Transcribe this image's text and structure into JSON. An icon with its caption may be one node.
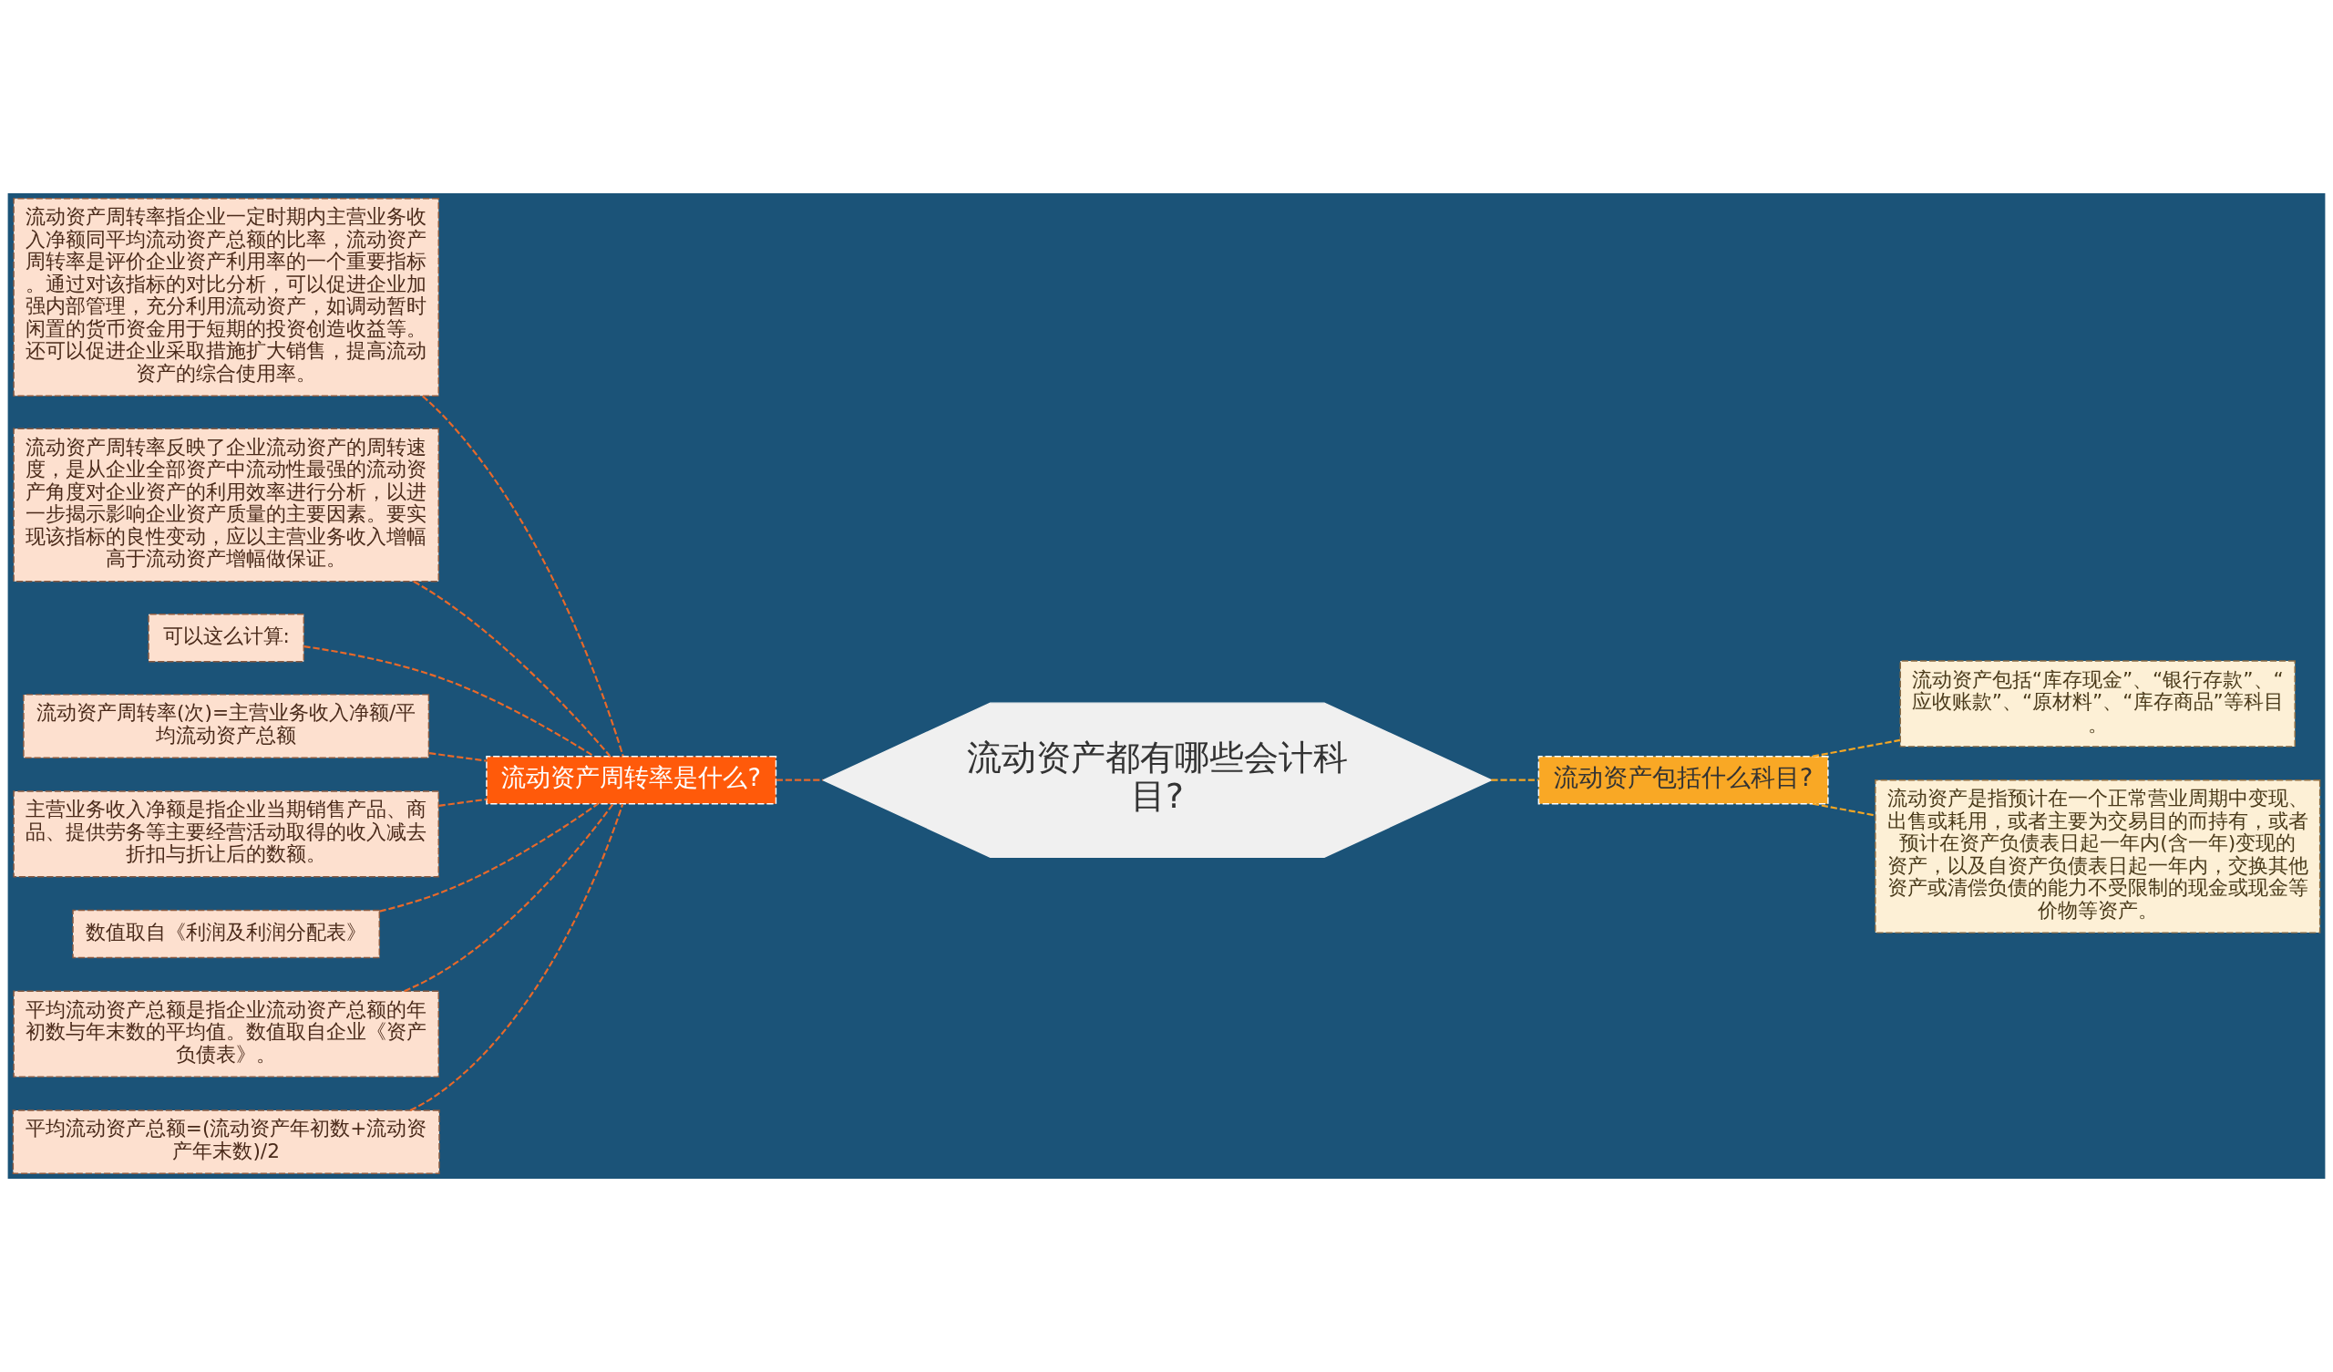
{
  "diagram": {
    "nodes": [
      {
        "text": [
          "流动资产都有哪些会计科目?"
        ]
      },
      {
        "text": [
          "流动资产周转率是什么?"
        ]
      },
      {
        "text": [
          "流动资产包括什么科目?"
        ]
      },
      {
        "text": [
          "流动资产周转率指企业一定时期内主营业务收入净额同平均流动资产总额的比率，流动资产周转率是评价企业资产利用率的一个重要指标。通过对该指标的对比分析，可以促进企业加强内部管理，充分利用流动资产，如调动暂时闲置的货币资金用于短期的投资创造收益等。还可以促进企业采取措施扩大销售，提高流动资产的综合使用率。"
        ]
      },
      {
        "text": [
          "流动资产周转率反映了企业流动资产的周转速度，是从企业全部资产中流动性最强的流动资产角度对企业资产的利用效率进行分析，以进一步揭示影响企业资产质量的主要因素。要实现该指标的良性变动，应以主营业务收入增幅高于流动资产增幅做保证。"
        ]
      },
      {
        "text": [
          "可以这么计算:"
        ]
      },
      {
        "text": [
          "流动资产周转率(次)=主营业务收入净额/平均流动资产总额"
        ]
      },
      {
        "text": [
          "主营业务收入净额是指企业当期销售产品、商品、提供劳务等主要经营活动取得的收入减去折扣与折让后的数额。"
        ]
      },
      {
        "text": [
          "数值取自《利润及利润分配表》"
        ]
      },
      {
        "text": [
          "平均流动资产总额是指企业流动资产总额的年初数与年末数的平均值。数值取自企业《资产负债表》。"
        ]
      },
      {
        "text": [
          "平均流动资产总额=(流动资产年初数+流动资产年末数)/2"
        ]
      },
      {
        "text": [
          "流动资产包括“库存现金”、“银行存款”、“应收账款”、“原材料”、“库存商品”等科目。"
        ]
      },
      {
        "text": [
          "流动资产是指预计在一个正常营业周期中变现、出售或耗用，或者主要为交易目的而持有，或者预计在资产负债表日起一年内(含一年)变现的资产，以及自资产负债表日起一年内，交换其他资产或清偿负债的能力不受限制的现金或现金等价物等资产。"
        ]
      }
    ],
    "edges": [
      {
        "from": 0,
        "to": 1,
        "arrow": "none",
        "style": "dashed"
      },
      {
        "from": 0,
        "to": 2,
        "arrow": "none",
        "style": "dashed",
        "color": "#f5a623"
      },
      {
        "from": 1,
        "to": 3,
        "arrow": "none",
        "style": "dashed"
      },
      {
        "from": 1,
        "to": 4,
        "arrow": "none",
        "style": "dashed"
      },
      {
        "from": 1,
        "to": 5,
        "arrow": "none",
        "style": "dashed"
      },
      {
        "from": 1,
        "to": 6,
        "arrow": "none",
        "style": "dashed"
      },
      {
        "from": 1,
        "to": 7,
        "arrow": "none",
        "style": "dashed"
      },
      {
        "from": 1,
        "to": 8,
        "arrow": "none",
        "style": "dashed"
      },
      {
        "from": 1,
        "to": 9,
        "arrow": "none",
        "style": "dashed"
      },
      {
        "from": 1,
        "to": 10,
        "arrow": "none",
        "style": "dashed"
      },
      {
        "from": 2,
        "to": 11,
        "arrow": "none",
        "style": "dashed",
        "color": "#f5a623"
      },
      {
        "from": 2,
        "to": 12,
        "arrow": "none",
        "style": "dashed",
        "color": "#f5a623"
      }
    ]
  }
}
